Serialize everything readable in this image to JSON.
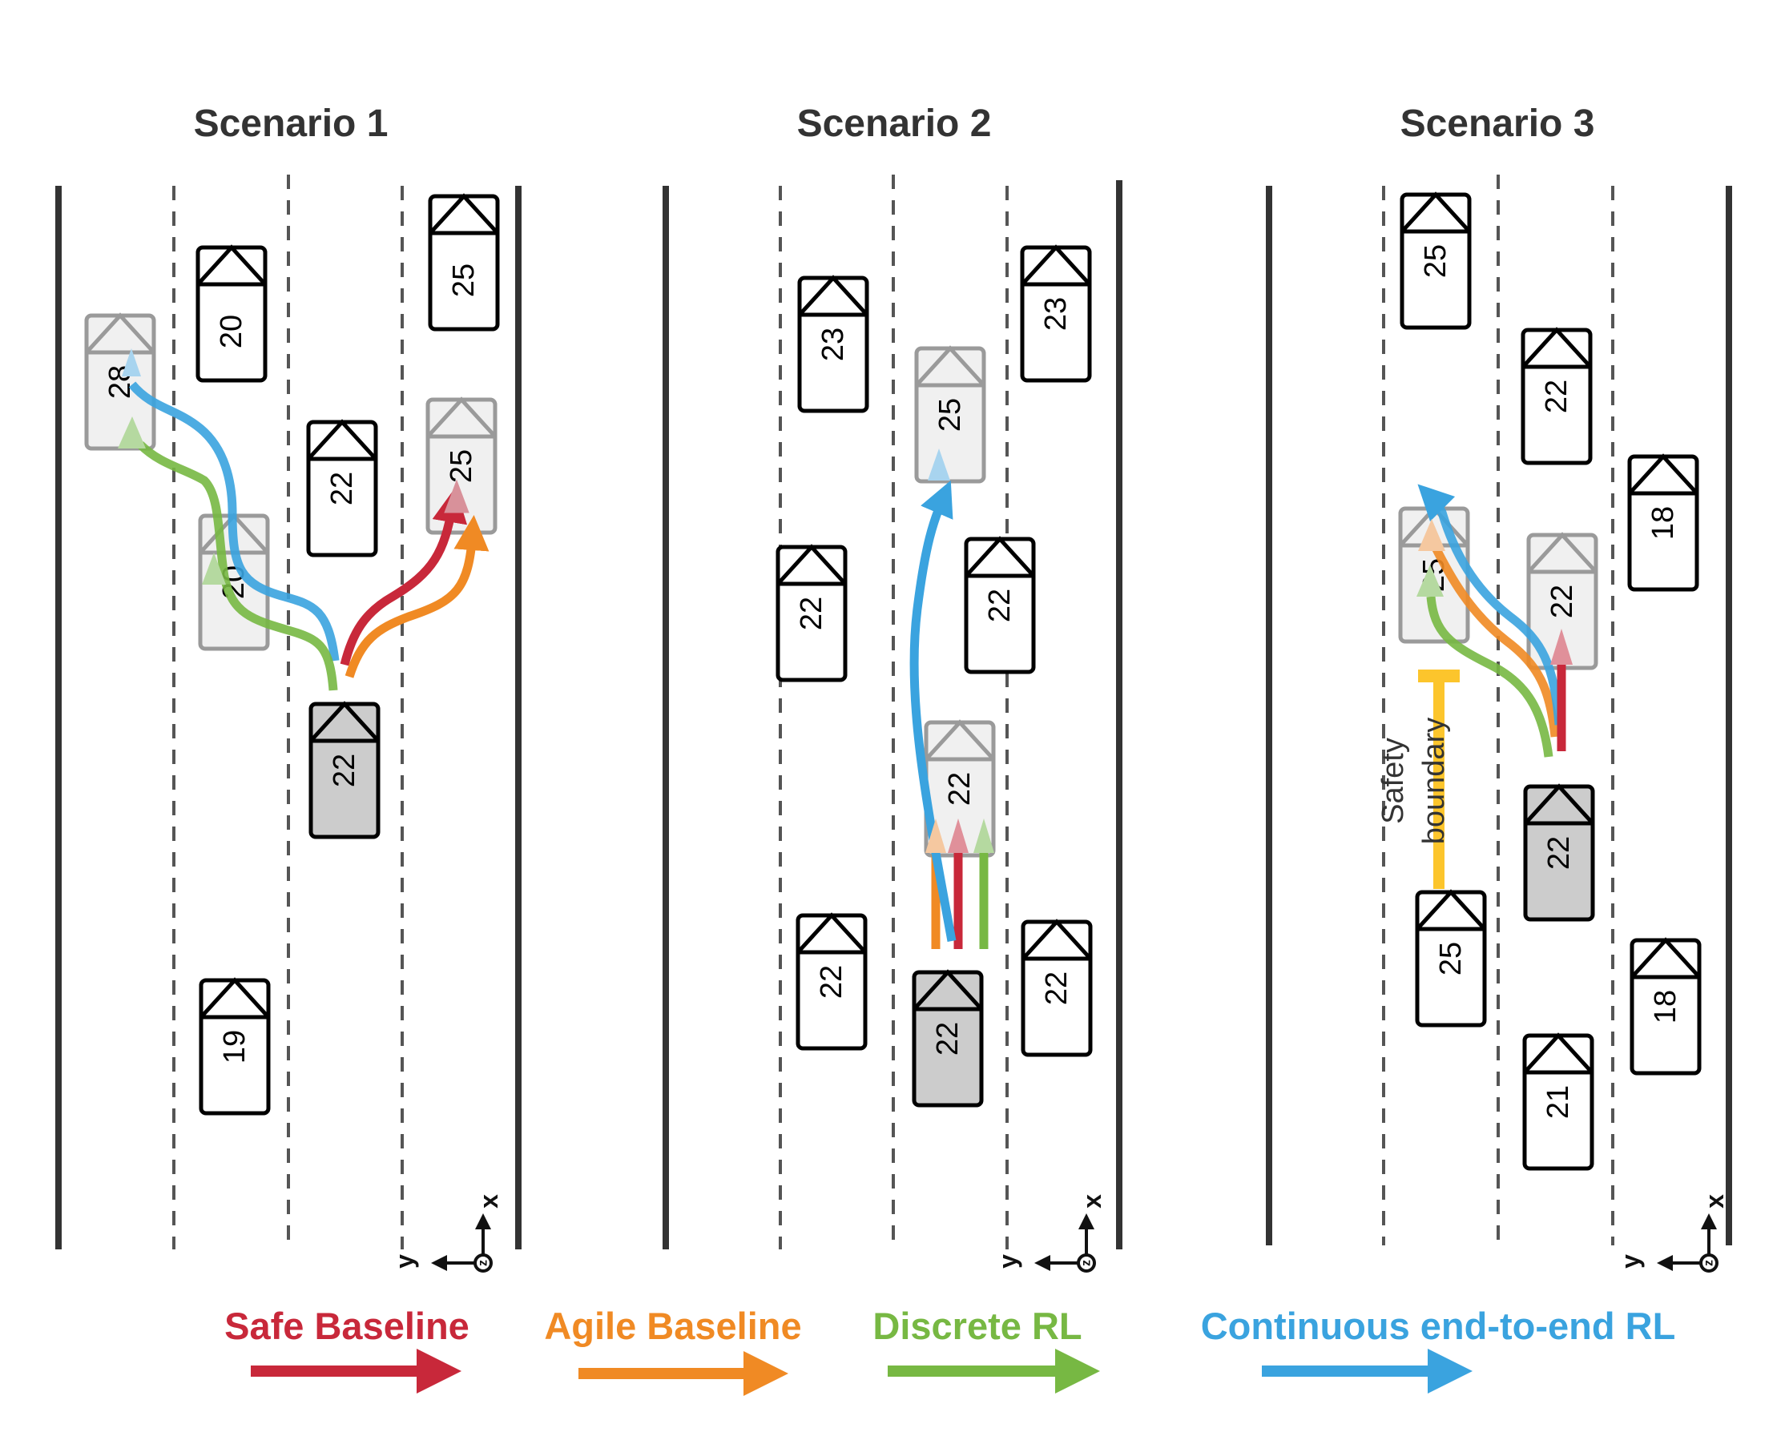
{
  "scenarios": [
    {
      "title": "Scenario 1",
      "vehicles": [
        {
          "speed": "20"
        },
        {
          "speed": "25"
        },
        {
          "speed": "28"
        },
        {
          "speed": "22"
        },
        {
          "speed": "25"
        },
        {
          "speed": "20"
        },
        {
          "speed": "22"
        },
        {
          "speed": "19"
        }
      ]
    },
    {
      "title": "Scenario 2",
      "vehicles": [
        {
          "speed": "23"
        },
        {
          "speed": "23"
        },
        {
          "speed": "25"
        },
        {
          "speed": "22"
        },
        {
          "speed": "22"
        },
        {
          "speed": "22"
        },
        {
          "speed": "22"
        },
        {
          "speed": "22"
        },
        {
          "speed": "22"
        }
      ]
    },
    {
      "title": "Scenario 3",
      "vehicles": [
        {
          "speed": "25"
        },
        {
          "speed": "22"
        },
        {
          "speed": "18"
        },
        {
          "speed": "25"
        },
        {
          "speed": "22"
        },
        {
          "speed": "22"
        },
        {
          "speed": "25"
        },
        {
          "speed": "18"
        },
        {
          "speed": "21"
        }
      ],
      "annotation": {
        "line1": "Safety",
        "line2": "boundary"
      }
    }
  ],
  "axes": {
    "x": "x",
    "y": "y",
    "z": "z"
  },
  "legend": [
    {
      "label": "Safe Baseline",
      "color": "#c8283a"
    },
    {
      "label": "Agile Baseline",
      "color": "#f08a24"
    },
    {
      "label": "Discrete RL",
      "color": "#77b843"
    },
    {
      "label": "Continuous end-to-end RL",
      "color": "#3aa3df"
    }
  ],
  "colors": {
    "ego_fill": "#cccccc",
    "ghost_fill": "#f0f0f0",
    "ghost_stroke": "#9a9a9a",
    "safety": "#fcc52c"
  }
}
